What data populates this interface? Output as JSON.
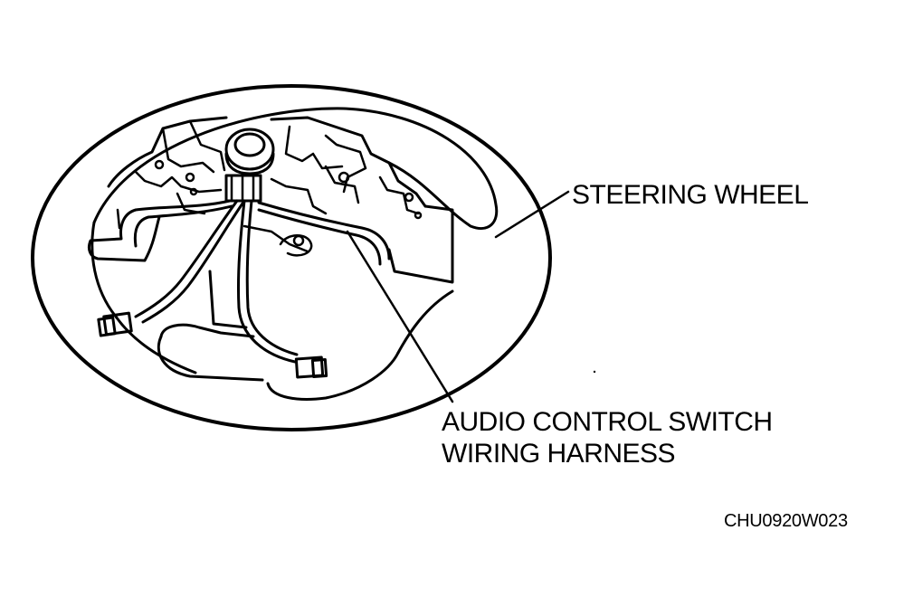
{
  "labels": {
    "steering_wheel": "STEERING WHEEL",
    "harness_line1": "AUDIO CONTROL SWITCH",
    "harness_line2": "WIRING HARNESS"
  },
  "figure_code": "CHU0920W023",
  "colors": {
    "ink": "#000000",
    "background": "#ffffff"
  }
}
